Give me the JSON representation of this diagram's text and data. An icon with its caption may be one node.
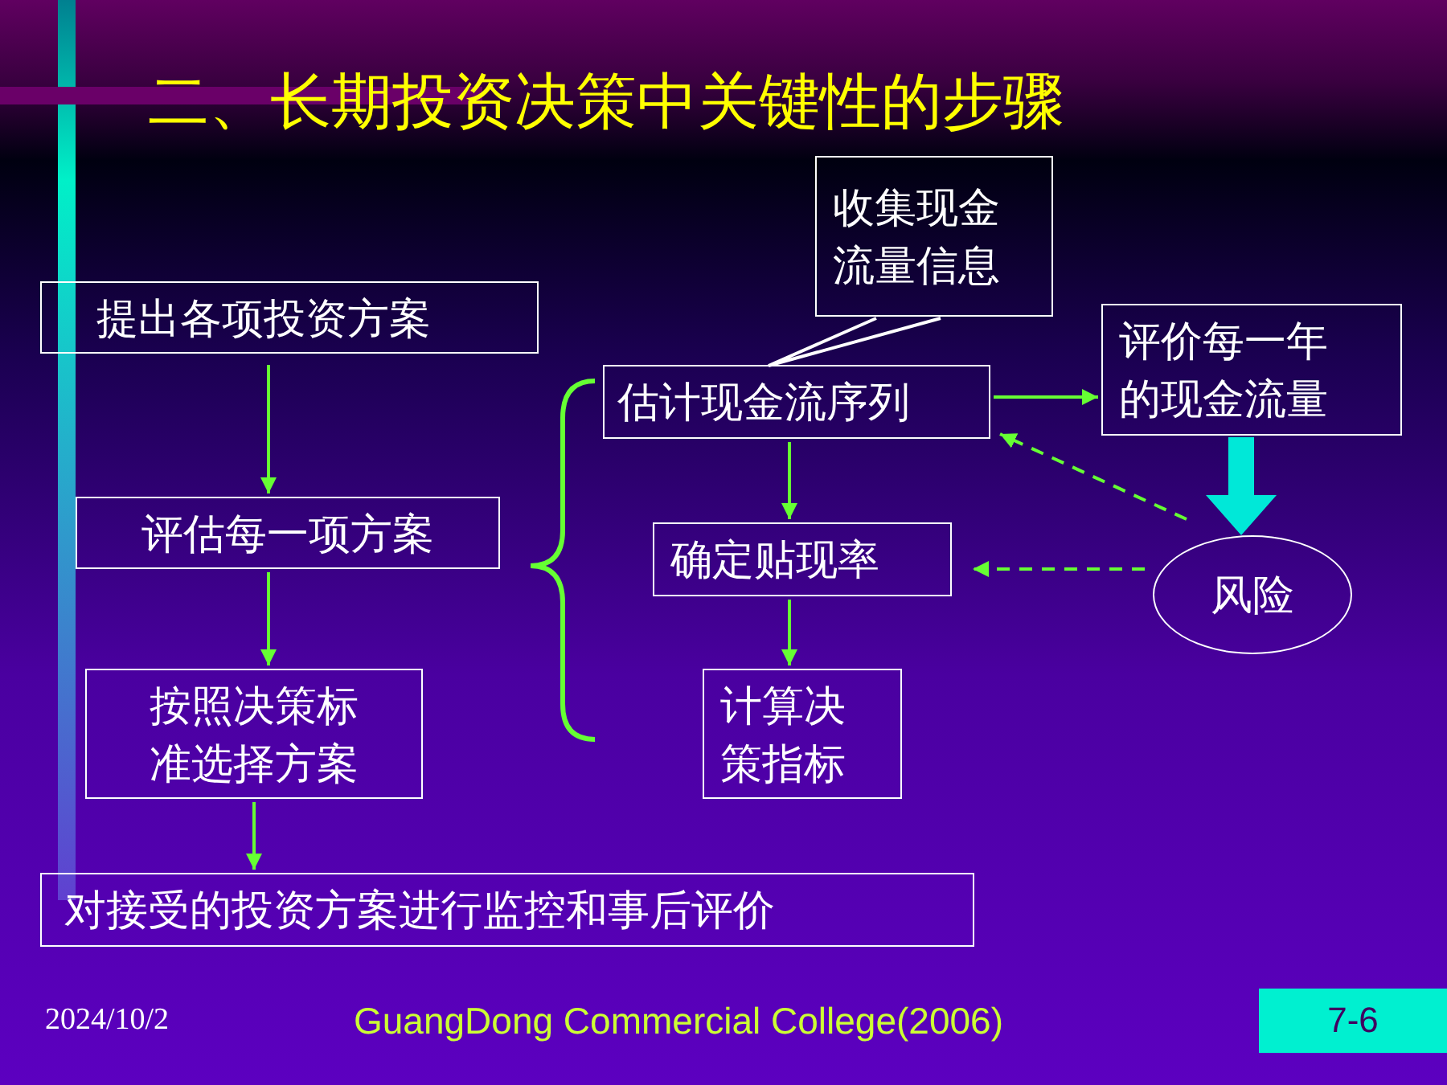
{
  "diagram": {
    "title": "二、长期投资决策中关键性的步骤",
    "nodes": [
      {
        "text": [
          "提出各项投资方案"
        ]
      },
      {
        "text": [
          "评估每一项方案"
        ]
      },
      {
        "text": [
          "按照决策标准选择方案"
        ]
      },
      {
        "text": [
          "对接受的投资方案进行监控和事后评价"
        ]
      },
      {
        "text": [
          "收集现金流量信息"
        ]
      },
      {
        "text": [
          "估计现金流序列"
        ]
      },
      {
        "text": [
          "评价每一年的现金流量"
        ]
      },
      {
        "text": [
          "确定贴现率"
        ]
      },
      {
        "text": [
          "计算决策指标"
        ]
      },
      {
        "text": [
          "风险"
        ]
      }
    ],
    "edges": [
      {
        "from": 0,
        "to": 1,
        "arrow": "to"
      },
      {
        "from": 1,
        "to": 2,
        "arrow": "to"
      },
      {
        "from": 2,
        "to": 3,
        "arrow": "to"
      },
      {
        "from": 4,
        "to": 5,
        "arrow": "none",
        "color": "#ffffff"
      },
      {
        "from": 5,
        "to": 6,
        "arrow": "to"
      },
      {
        "from": 5,
        "to": 7,
        "arrow": "to"
      },
      {
        "from": 7,
        "to": 8,
        "arrow": "to"
      },
      {
        "from": 6,
        "to": 9,
        "arrow": "to",
        "style": "thick",
        "color": "#00e8d8"
      },
      {
        "from": 9,
        "to": 5,
        "arrow": "to",
        "style": "dashed"
      },
      {
        "from": 9,
        "to": 7,
        "arrow": "to",
        "style": "dashed"
      }
    ],
    "labels": [
      "2024/10/2",
      "GuangDong Commercial College(2006)",
      "7-6"
    ]
  }
}
